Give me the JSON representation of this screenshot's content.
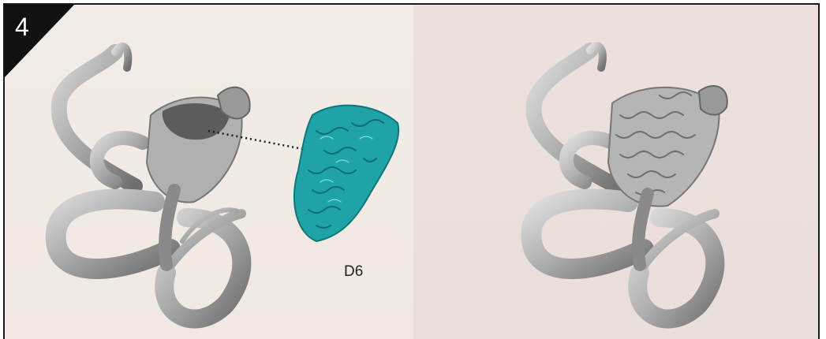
{
  "step": {
    "number": "4"
  },
  "part": {
    "label": "D6"
  },
  "colors": {
    "frame": "#1a1a1a",
    "left_bg": "#f1ede6",
    "right_bg": "#ece0dc",
    "model_gray": "#a9a9a9",
    "part_teal": "#1fa3a7"
  },
  "illustrations": {
    "left": "creature-model-before",
    "part": "fur-part-teal",
    "right": "creature-model-assembled"
  }
}
